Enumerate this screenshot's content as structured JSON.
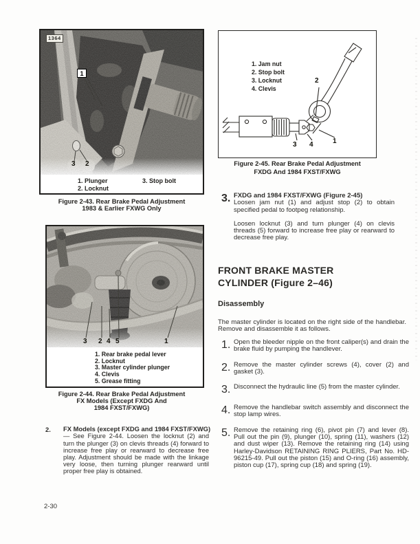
{
  "page": {
    "number": "2-30"
  },
  "fig243": {
    "photo_tag": "1364",
    "callout_1": "1",
    "callout_2": "2",
    "callout_3": "3",
    "legend": [
      "1. Plunger",
      "2. Locknut",
      "3. Stop bolt"
    ],
    "caption": [
      "Figure 2-43. Rear Brake Pedal Adjustment",
      "1983 & Earlier FXWG Only"
    ]
  },
  "fig244": {
    "callout_1": "1",
    "callout_2": "2",
    "callout_3": "3",
    "callout_4": "4",
    "callout_5": "5",
    "legend": [
      "1. Rear brake pedal lever",
      "2. Locknut",
      "3. Master cylinder plunger",
      "4. Clevis",
      "5. Grease fitting"
    ],
    "caption": [
      "Figure 2-44. Rear Brake Pedal Adjustment",
      "FX Models (Except FXDG And",
      "1984 FXST/FXWG)"
    ]
  },
  "fig245": {
    "legend": [
      "1. Jam nut",
      "2. Stop bolt",
      "3. Locknut",
      "4. Clevis"
    ],
    "callout_1": "1",
    "callout_2": "2",
    "callout_3": "3",
    "callout_4": "4",
    "caption": [
      "Figure 2-45. Rear Brake Pedal Adjustment",
      "FXDG And 1984 FXST/FXWG"
    ]
  },
  "item2": {
    "num": "2.",
    "title": "FX Models (except FXDG and 1984 FXST/FXWG)",
    "body": "— See Figure 2-44. Loosen the locknut (2) and turn the plunger (3) on clevis threads (4) forward to increase free play or rearward to decrease free play. Adjustment should be made with the linkage very loose, then turning plunger rearward until proper free play is obtained."
  },
  "item3": {
    "num": "3.",
    "title": "FXDG and 1984 FXST/FXWG (Figure 2-45)",
    "p1": "Loosen jam nut (1) and adjust stop (2) to obtain specified pedal to footpeg relationship.",
    "p2": "Loosen locknut (3) and turn plunger (4) on clevis threads (5) forward to increase free play or rearward to decrease free play."
  },
  "section": {
    "heading_line1": "FRONT BRAKE MASTER",
    "heading_line2": "CYLINDER (Figure 2–46)",
    "subheading": "Disassembly",
    "intro": "The master cylinder is located on the right side of the handlebar. Remove and disassemble it as follows.",
    "steps": [
      {
        "num": "1.",
        "text": "Open the bleeder nipple on the front caliper(s) and drain the brake fluid by pumping the handlever."
      },
      {
        "num": "2.",
        "text": "Remove the master cylinder screws (4), cover (2) and gasket (3)."
      },
      {
        "num": "3.",
        "text": "Disconnect the hydraulic line (5) from the master cylinder."
      },
      {
        "num": "4.",
        "text": "Remove the handlebar switch assembly and disconnect the stop lamp wires."
      },
      {
        "num": "5.",
        "text": "Remove the retaining ring (6), pivot pin (7) and lever (8). Pull out the pin (9), plunger (10), spring (11), washers (12) and dust wiper (13). Remove the retaining ring (14) using Harley-Davidson RETAINING RING PLIERS, Part No. HD-96215-49. Pull out the piston (15) and O-ring (16) assembly, piston cup (17), spring cup (18) and spring (19)."
      }
    ]
  }
}
